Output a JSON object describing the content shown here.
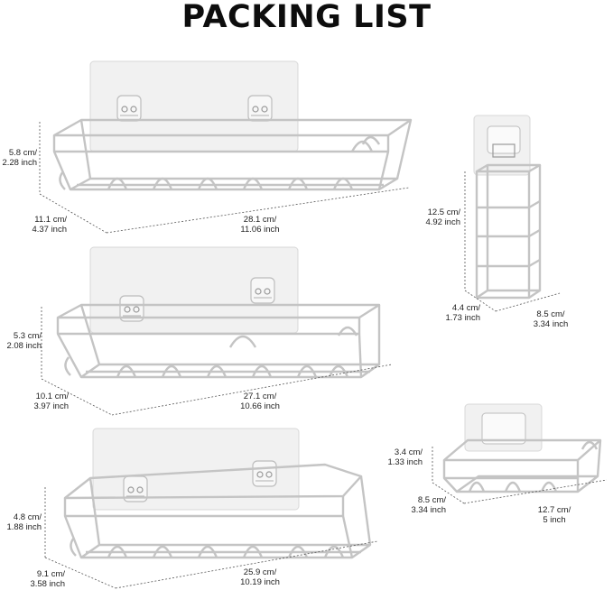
{
  "title": "PACKING LIST",
  "items": [
    {
      "height": [
        "5.8 cm/",
        "2.28 inch"
      ],
      "depth": [
        "11.1 cm/",
        "4.37 inch"
      ],
      "width": [
        "28.1 cm/",
        "11.06 inch"
      ]
    },
    {
      "height": [
        "5.3 cm/",
        "2.08 inch"
      ],
      "depth": [
        "10.1 cm/",
        "3.97 inch"
      ],
      "width": [
        "27.1 cm/",
        "10.66 inch"
      ]
    },
    {
      "height": [
        "4.8 cm/",
        "1.88 inch"
      ],
      "depth": [
        "9.1 cm/",
        "3.58 inch"
      ],
      "width": [
        "25.9 cm/",
        "10.19 inch"
      ]
    },
    {
      "height": [
        "12.5 cm/",
        "4.92 inch"
      ],
      "depth": [
        "4.4 cm/",
        "1.73 inch"
      ],
      "width": [
        "8.5 cm/",
        "3.34 inch"
      ]
    },
    {
      "height": [
        "3.4 cm/",
        "1.33 inch"
      ],
      "depth": [
        "8.5 cm/",
        "3.34 inch"
      ],
      "width": [
        "12.7 cm/",
        "5 inch"
      ]
    }
  ],
  "colors": {
    "panel": "#f1f1f1",
    "panel_stroke": "#d8d8d8",
    "wire": "#c9c9c9",
    "dim_line": "#555555"
  }
}
